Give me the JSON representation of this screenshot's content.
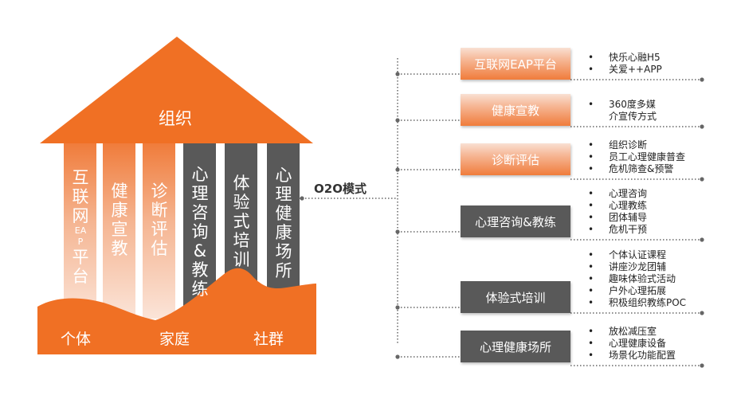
{
  "house": {
    "roof_title": "组织",
    "pillars": [
      {
        "lines": [
          "互",
          "联",
          "网"
        ],
        "small": [
          "EA",
          "P"
        ],
        "after": [
          "平",
          "台"
        ],
        "style": "orange"
      },
      {
        "lines": [
          "健",
          "康",
          "宣",
          "教"
        ],
        "style": "orange"
      },
      {
        "lines": [
          "诊",
          "断",
          "评",
          "估"
        ],
        "style": "orange"
      },
      {
        "lines": [
          "心",
          "理",
          "咨",
          "询",
          "&",
          "教",
          "练"
        ],
        "style": "gray"
      },
      {
        "lines": [
          "体",
          "验",
          "式",
          "培",
          "训"
        ],
        "style": "gray"
      },
      {
        "lines": [
          "心",
          "理",
          "健",
          "康",
          "场",
          "所"
        ],
        "style": "gray"
      }
    ],
    "base_labels": [
      "个体",
      "家庭",
      "社群"
    ]
  },
  "mode_label": "O2O模式",
  "branches": [
    {
      "label": "互联网EAP平台",
      "style": "orange",
      "items": [
        "快乐心融H5",
        "关爱++APP"
      ]
    },
    {
      "label": "健康宣教",
      "style": "orange",
      "items": [
        "360度多媒",
        "介宣传方式"
      ],
      "continuation": true
    },
    {
      "label": "诊断评估",
      "style": "orange",
      "items": [
        "组织诊断",
        "员工心理健康普查",
        "危机筛查&预警"
      ]
    },
    {
      "label": "心理咨询&教练",
      "style": "gray",
      "items": [
        "心理咨询",
        "心理教练",
        "团体辅导",
        "危机干预"
      ]
    },
    {
      "label": "体验式培训",
      "style": "gray",
      "items": [
        "个体认证课程",
        "讲座沙龙团辅",
        "趣味体验式活动",
        "户外心理拓展",
        "积极组织教练POC"
      ]
    },
    {
      "label": "心理健康场所",
      "style": "gray",
      "items": [
        "放松减压室",
        "心理健康设备",
        "场景化功能配置"
      ]
    }
  ],
  "colors": {
    "orange": "#f07024",
    "gray": "#595959",
    "dots": "#666666"
  }
}
